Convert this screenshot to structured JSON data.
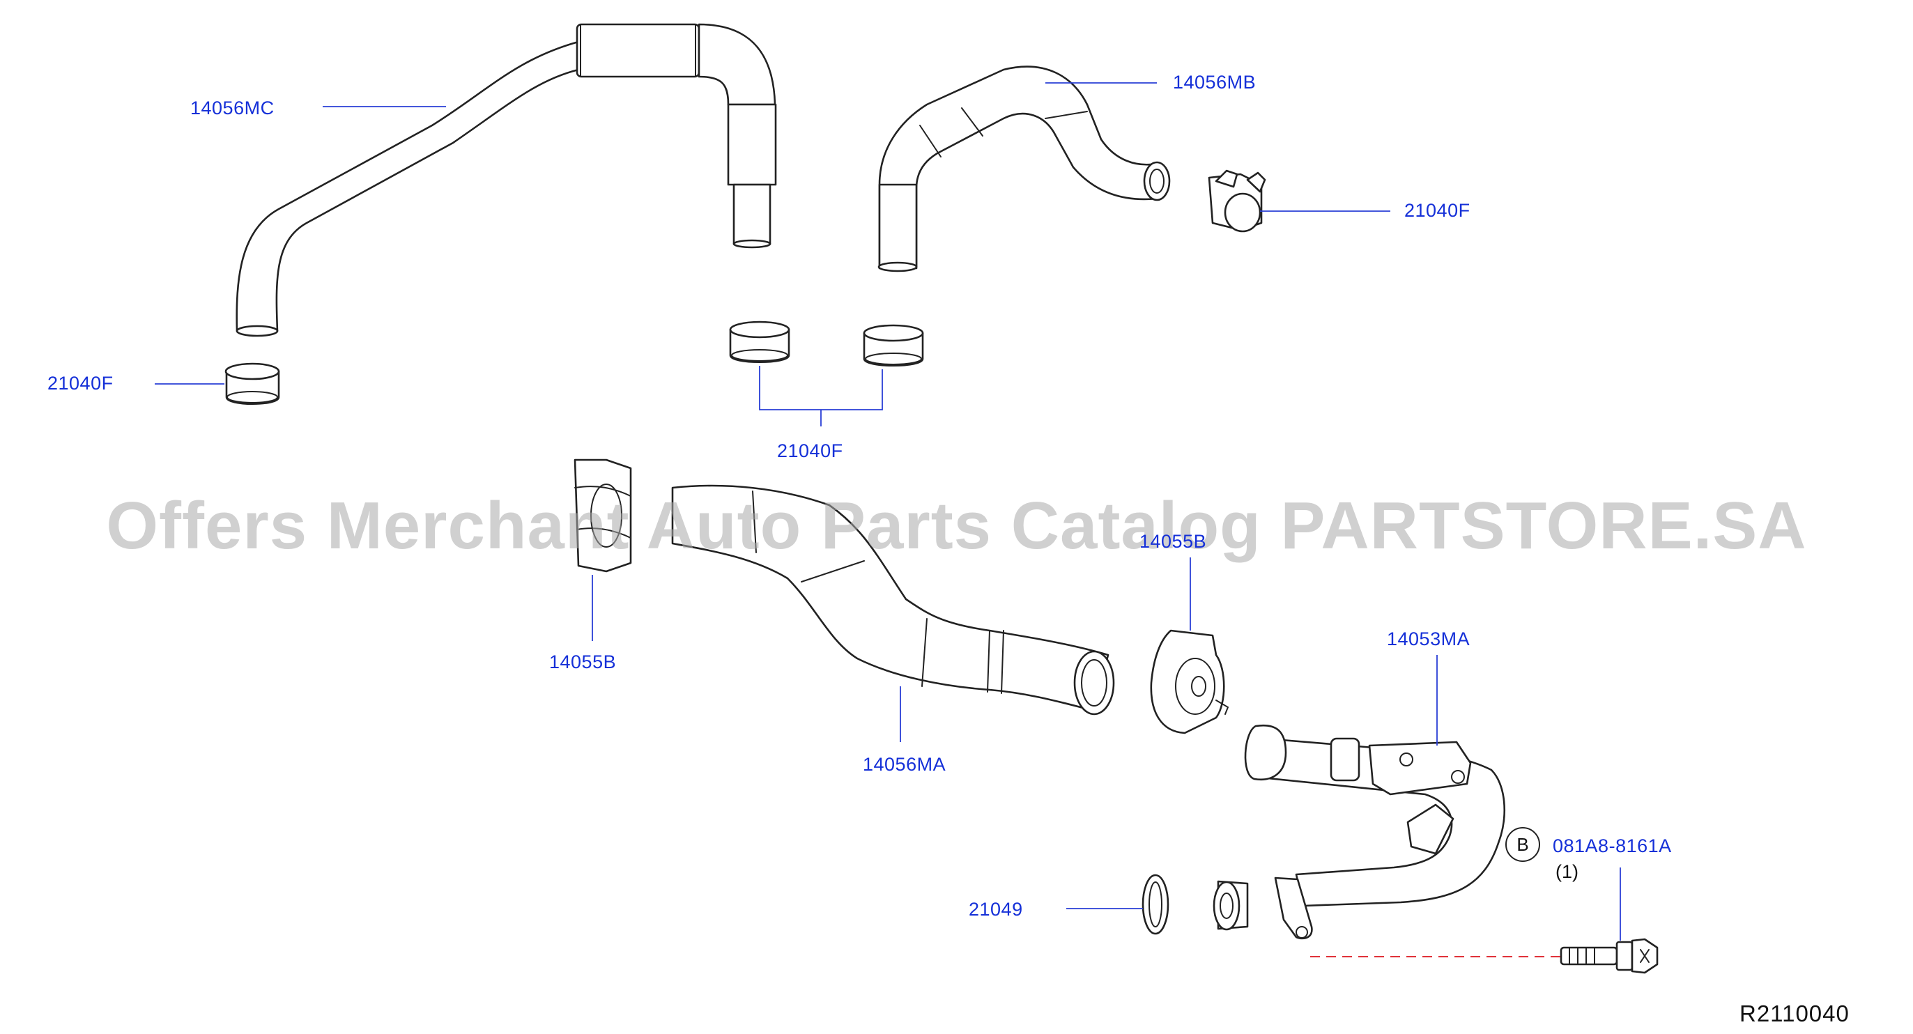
{
  "labels": {
    "p14056MC": "14056MC",
    "p14056MB": "14056MB",
    "p21040F_right": "21040F",
    "p21040F_left": "21040F",
    "p21040F_center": "21040F",
    "p14055B_left": "14055B",
    "p14055B_mid": "14055B",
    "p14056MA": "14056MA",
    "p14053MA": "14053MA",
    "bolt_part": "081A8-8161A",
    "bolt_qty": "(1)",
    "p21049": "21049",
    "bolt_ref_letter": "B"
  },
  "diagram_ref": "R2110040",
  "watermark": "Offers Merchant Auto Parts Catalog PARTSTORE.SA",
  "colors": {
    "label": "#1530d8",
    "line": "#222222",
    "dashed_reference": "#e0323a",
    "watermark": "#aaaaaa"
  }
}
